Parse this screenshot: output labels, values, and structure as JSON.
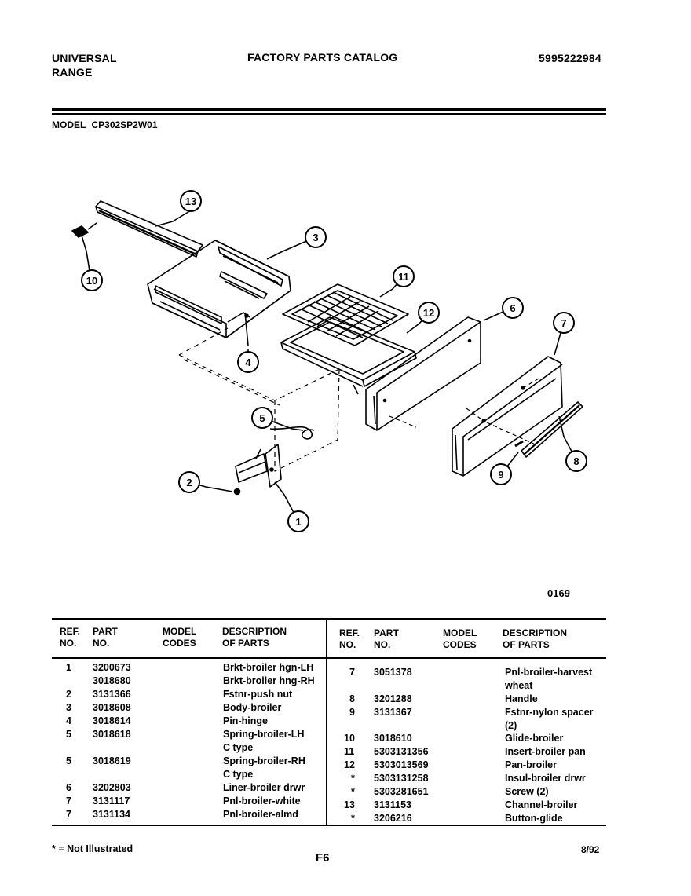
{
  "header": {
    "brand_line1": "UNIVERSAL",
    "brand_line2": "RANGE",
    "catalog_title": "FACTORY PARTS CATALOG",
    "catalog_number": "5995222984",
    "model_label": "MODEL",
    "model_number": "CP302SP2W01"
  },
  "diagram": {
    "callouts": [
      "1",
      "2",
      "3",
      "4",
      "5",
      "6",
      "7",
      "8",
      "9",
      "10",
      "11",
      "12",
      "13"
    ],
    "code": "0169"
  },
  "table": {
    "headers": {
      "ref_no": "REF.\nNO.",
      "part_no": "PART\nNO.",
      "model_codes": "MODEL\nCODES",
      "description": "DESCRIPTION\nOF PARTS"
    },
    "left_rows": [
      {
        "ref": "1",
        "part": "3200673",
        "desc": "Brkt-broiler hgn-LH"
      },
      {
        "ref": "",
        "part": "3018680",
        "desc": "Brkt-broiler hng-RH"
      },
      {
        "ref": "2",
        "part": "3131366",
        "desc": "Fstnr-push nut"
      },
      {
        "ref": "3",
        "part": "3018608",
        "desc": "Body-broiler"
      },
      {
        "ref": "4",
        "part": "3018614",
        "desc": "Pin-hinge"
      },
      {
        "ref": "5",
        "part": "3018618",
        "desc": "Spring-broiler-LH",
        "desc2": "C type"
      },
      {
        "ref": "5",
        "part": "3018619",
        "desc": "Spring-broiler-RH",
        "desc2": "C type"
      },
      {
        "ref": "6",
        "part": "3202803",
        "desc": "Liner-broiler drwr"
      },
      {
        "ref": "7",
        "part": "3131117",
        "desc": "Pnl-broiler-white"
      },
      {
        "ref": "7",
        "part": "3131134",
        "desc": "Pnl-broiler-almd"
      }
    ],
    "right_rows": [
      {
        "ref": "7",
        "part": "3051378",
        "desc": "Pnl-broiler-harvest",
        "desc2": "wheat"
      },
      {
        "ref": "8",
        "part": "3201288",
        "desc": "Handle"
      },
      {
        "ref": "9",
        "part": "3131367",
        "desc": "Fstnr-nylon spacer",
        "desc2": "(2)"
      },
      {
        "ref": "10",
        "part": "3018610",
        "desc": "Glide-broiler"
      },
      {
        "ref": "11",
        "part": "5303131356",
        "desc": "Insert-broiler pan"
      },
      {
        "ref": "12",
        "part": "5303013569",
        "desc": "Pan-broiler"
      },
      {
        "ref": "*",
        "part": "5303131258",
        "desc": "Insul-broiler drwr"
      },
      {
        "ref": "*",
        "part": "5303281651",
        "desc": "Screw (2)"
      },
      {
        "ref": "13",
        "part": "3131153",
        "desc": "Channel-broiler"
      },
      {
        "ref": "*",
        "part": "3206216",
        "desc": "Button-glide"
      }
    ]
  },
  "footer": {
    "note": "* = Not Illustrated",
    "page": "F6",
    "date": "8/92"
  }
}
